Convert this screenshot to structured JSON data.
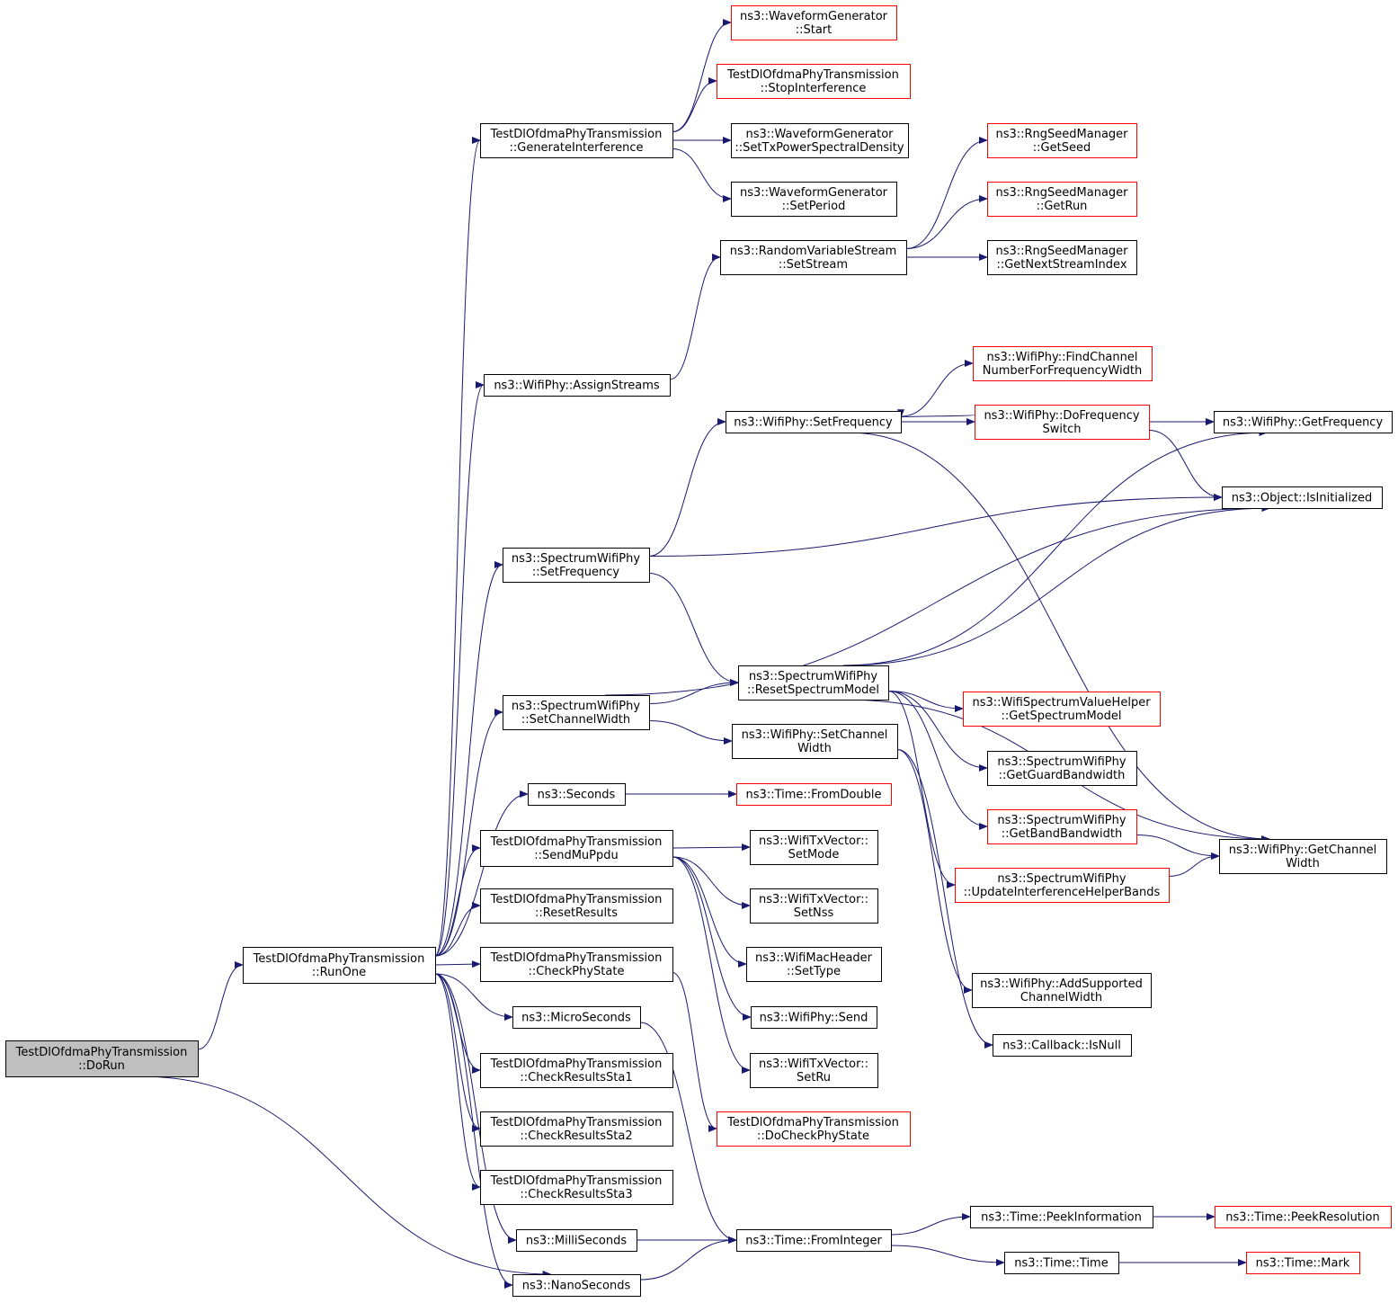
{
  "nodes": {
    "DoRun": {
      "lines": [
        "TestDlOfdmaPhyTransmission",
        "::DoRun"
      ],
      "kind": "root"
    },
    "RunOne": {
      "lines": [
        "TestDlOfdmaPhyTransmission",
        "::RunOne"
      ],
      "kind": "normal"
    },
    "WG_Start": {
      "lines": [
        "ns3::WaveformGenerator",
        "::Start"
      ],
      "kind": "truncated"
    },
    "StopInterference": {
      "lines": [
        "TestDlOfdmaPhyTransmission",
        "::StopInterference"
      ],
      "kind": "truncated"
    },
    "GenerateInterference": {
      "lines": [
        "TestDlOfdmaPhyTransmission",
        "::GenerateInterference"
      ],
      "kind": "normal"
    },
    "WG_SetTxPSD": {
      "lines": [
        "ns3::WaveformGenerator",
        "::SetTxPowerSpectralDensity"
      ],
      "kind": "normal"
    },
    "WG_SetPeriod": {
      "lines": [
        "ns3::WaveformGenerator",
        "::SetPeriod"
      ],
      "kind": "normal"
    },
    "Rng_GetSeed": {
      "lines": [
        "ns3::RngSeedManager",
        "::GetSeed"
      ],
      "kind": "truncated"
    },
    "Rng_GetRun": {
      "lines": [
        "ns3::RngSeedManager",
        "::GetRun"
      ],
      "kind": "truncated"
    },
    "Rng_GetNext": {
      "lines": [
        "ns3::RngSeedManager",
        "::GetNextStreamIndex"
      ],
      "kind": "normal"
    },
    "RVS_SetStream": {
      "lines": [
        "ns3::RandomVariableStream",
        "::SetStream"
      ],
      "kind": "normal"
    },
    "AssignStreams": {
      "lines": [
        "ns3::WifiPhy::AssignStreams"
      ],
      "kind": "normal"
    },
    "FindChannel": {
      "lines": [
        "ns3::WifiPhy::FindChannel",
        "NumberForFrequencyWidth"
      ],
      "kind": "truncated"
    },
    "WP_SetFrequency": {
      "lines": [
        "ns3::WifiPhy::SetFrequency"
      ],
      "kind": "normal"
    },
    "DoFreqSwitch": {
      "lines": [
        "ns3::WifiPhy::DoFrequency",
        "Switch"
      ],
      "kind": "truncated"
    },
    "GetFrequency": {
      "lines": [
        "ns3::WifiPhy::GetFrequency"
      ],
      "kind": "normal"
    },
    "IsInitialized": {
      "lines": [
        "ns3::Object::IsInitialized"
      ],
      "kind": "normal"
    },
    "SWP_SetFrequency": {
      "lines": [
        "ns3::SpectrumWifiPhy",
        "::SetFrequency"
      ],
      "kind": "normal"
    },
    "ResetSpectrumModel": {
      "lines": [
        "ns3::SpectrumWifiPhy",
        "::ResetSpectrumModel"
      ],
      "kind": "normal"
    },
    "SWP_SetChannelWidth": {
      "lines": [
        "ns3::SpectrumWifiPhy",
        "::SetChannelWidth"
      ],
      "kind": "normal"
    },
    "GetSpectrumModel": {
      "lines": [
        "ns3::WifiSpectrumValueHelper",
        "::GetSpectrumModel"
      ],
      "kind": "truncated"
    },
    "WP_SetChannelWidth": {
      "lines": [
        "ns3::WifiPhy::SetChannel",
        "Width"
      ],
      "kind": "normal"
    },
    "GetGuardBandwidth": {
      "lines": [
        "ns3::SpectrumWifiPhy",
        "::GetGuardBandwidth"
      ],
      "kind": "normal"
    },
    "Seconds": {
      "lines": [
        "ns3::Seconds"
      ],
      "kind": "normal"
    },
    "FromDouble": {
      "lines": [
        "ns3::Time::FromDouble"
      ],
      "kind": "truncated"
    },
    "GetBandBandwidth": {
      "lines": [
        "ns3::SpectrumWifiPhy",
        "::GetBandBandwidth"
      ],
      "kind": "truncated"
    },
    "SendMuPpdu": {
      "lines": [
        "TestDlOfdmaPhyTransmission",
        "::SendMuPpdu"
      ],
      "kind": "normal"
    },
    "SetMode": {
      "lines": [
        "ns3::WifiTxVector::",
        "SetMode"
      ],
      "kind": "normal"
    },
    "GetChannelWidth": {
      "lines": [
        "ns3::WifiPhy::GetChannel",
        "Width"
      ],
      "kind": "normal"
    },
    "UpdateIHB": {
      "lines": [
        "ns3::SpectrumWifiPhy",
        "::UpdateInterferenceHelperBands"
      ],
      "kind": "truncated"
    },
    "ResetResults": {
      "lines": [
        "TestDlOfdmaPhyTransmission",
        "::ResetResults"
      ],
      "kind": "normal"
    },
    "SetNss": {
      "lines": [
        "ns3::WifiTxVector::",
        "SetNss"
      ],
      "kind": "normal"
    },
    "CheckPhyState": {
      "lines": [
        "TestDlOfdmaPhyTransmission",
        "::CheckPhyState"
      ],
      "kind": "normal"
    },
    "SetType": {
      "lines": [
        "ns3::WifiMacHeader",
        "::SetType"
      ],
      "kind": "normal"
    },
    "AddSupportedCW": {
      "lines": [
        "ns3::WifiPhy::AddSupported",
        "ChannelWidth"
      ],
      "kind": "normal"
    },
    "MicroSeconds": {
      "lines": [
        "ns3::MicroSeconds"
      ],
      "kind": "normal"
    },
    "WP_Send": {
      "lines": [
        "ns3::WifiPhy::Send"
      ],
      "kind": "normal"
    },
    "CB_IsNull": {
      "lines": [
        "ns3::Callback::IsNull"
      ],
      "kind": "normal"
    },
    "CRS1": {
      "lines": [
        "TestDlOfdmaPhyTransmission",
        "::CheckResultsSta1"
      ],
      "kind": "normal"
    },
    "SetRu": {
      "lines": [
        "ns3::WifiTxVector::",
        "SetRu"
      ],
      "kind": "normal"
    },
    "CRS2": {
      "lines": [
        "TestDlOfdmaPhyTransmission",
        "::CheckResultsSta2"
      ],
      "kind": "normal"
    },
    "DoCheckPhyState": {
      "lines": [
        "TestDlOfdmaPhyTransmission",
        "::DoCheckPhyState"
      ],
      "kind": "truncated"
    },
    "CRS3": {
      "lines": [
        "TestDlOfdmaPhyTransmission",
        "::CheckResultsSta3"
      ],
      "kind": "normal"
    },
    "PeekInformation": {
      "lines": [
        "ns3::Time::PeekInformation"
      ],
      "kind": "normal"
    },
    "PeekResolution": {
      "lines": [
        "ns3::Time::PeekResolution"
      ],
      "kind": "truncated"
    },
    "MilliSeconds": {
      "lines": [
        "ns3::MilliSeconds"
      ],
      "kind": "normal"
    },
    "FromInteger": {
      "lines": [
        "ns3::Time::FromInteger"
      ],
      "kind": "normal"
    },
    "TimeTime": {
      "lines": [
        "ns3::Time::Time"
      ],
      "kind": "normal"
    },
    "Mark": {
      "lines": [
        "ns3::Time::Mark"
      ],
      "kind": "truncated"
    },
    "NanoSeconds": {
      "lines": [
        "ns3::NanoSeconds"
      ],
      "kind": "normal"
    }
  },
  "edges": [
    [
      "DoRun",
      "RunOne"
    ],
    [
      "DoRun",
      "NanoSeconds"
    ],
    [
      "RunOne",
      "GenerateInterference"
    ],
    [
      "RunOne",
      "AssignStreams"
    ],
    [
      "RunOne",
      "SWP_SetFrequency"
    ],
    [
      "RunOne",
      "SWP_SetChannelWidth"
    ],
    [
      "RunOne",
      "Seconds"
    ],
    [
      "RunOne",
      "SendMuPpdu"
    ],
    [
      "RunOne",
      "ResetResults"
    ],
    [
      "RunOne",
      "CheckPhyState"
    ],
    [
      "RunOne",
      "MicroSeconds"
    ],
    [
      "RunOne",
      "CRS1"
    ],
    [
      "RunOne",
      "CRS2"
    ],
    [
      "RunOne",
      "CRS3"
    ],
    [
      "RunOne",
      "MilliSeconds"
    ],
    [
      "RunOne",
      "NanoSeconds"
    ],
    [
      "GenerateInterference",
      "WG_Start"
    ],
    [
      "GenerateInterference",
      "StopInterference"
    ],
    [
      "GenerateInterference",
      "WG_SetTxPSD"
    ],
    [
      "GenerateInterference",
      "WG_SetPeriod"
    ],
    [
      "AssignStreams",
      "RVS_SetStream"
    ],
    [
      "RVS_SetStream",
      "Rng_GetSeed"
    ],
    [
      "RVS_SetStream",
      "Rng_GetRun"
    ],
    [
      "RVS_SetStream",
      "Rng_GetNext"
    ],
    [
      "SWP_SetFrequency",
      "WP_SetFrequency"
    ],
    [
      "SWP_SetFrequency",
      "IsInitialized"
    ],
    [
      "SWP_SetFrequency",
      "ResetSpectrumModel"
    ],
    [
      "WP_SetFrequency",
      "FindChannel"
    ],
    [
      "WP_SetFrequency",
      "DoFreqSwitch"
    ],
    [
      "WP_SetFrequency",
      "GetFrequency"
    ],
    [
      "WP_SetFrequency",
      "GetChannelWidth"
    ],
    [
      "DoFreqSwitch",
      "WP_SetFrequency"
    ],
    [
      "DoFreqSwitch",
      "GetFrequency"
    ],
    [
      "DoFreqSwitch",
      "IsInitialized"
    ],
    [
      "SWP_SetChannelWidth",
      "ResetSpectrumModel"
    ],
    [
      "SWP_SetChannelWidth",
      "WP_SetChannelWidth"
    ],
    [
      "SWP_SetChannelWidth",
      "IsInitialized"
    ],
    [
      "ResetSpectrumModel",
      "GetFrequency"
    ],
    [
      "ResetSpectrumModel",
      "IsInitialized"
    ],
    [
      "ResetSpectrumModel",
      "GetSpectrumModel"
    ],
    [
      "ResetSpectrumModel",
      "GetGuardBandwidth"
    ],
    [
      "ResetSpectrumModel",
      "GetBandBandwidth"
    ],
    [
      "ResetSpectrumModel",
      "UpdateIHB"
    ],
    [
      "ResetSpectrumModel",
      "GetChannelWidth"
    ],
    [
      "WP_SetChannelWidth",
      "AddSupportedCW"
    ],
    [
      "WP_SetChannelWidth",
      "CB_IsNull"
    ],
    [
      "GetBandBandwidth",
      "GetChannelWidth"
    ],
    [
      "UpdateIHB",
      "GetChannelWidth"
    ],
    [
      "Seconds",
      "FromDouble"
    ],
    [
      "SendMuPpdu",
      "SetMode"
    ],
    [
      "SendMuPpdu",
      "SetNss"
    ],
    [
      "SendMuPpdu",
      "SetType"
    ],
    [
      "SendMuPpdu",
      "WP_Send"
    ],
    [
      "SendMuPpdu",
      "SetRu"
    ],
    [
      "CheckPhyState",
      "DoCheckPhyState"
    ],
    [
      "MicroSeconds",
      "FromInteger"
    ],
    [
      "MilliSeconds",
      "FromInteger"
    ],
    [
      "NanoSeconds",
      "FromInteger"
    ],
    [
      "FromInteger",
      "PeekInformation"
    ],
    [
      "FromInteger",
      "TimeTime"
    ],
    [
      "PeekInformation",
      "PeekResolution"
    ],
    [
      "TimeTime",
      "Mark"
    ]
  ],
  "colors": {
    "edge": "#191970",
    "node_border": "#000000",
    "truncated_border": "#ff0000",
    "root_fill": "#bfbfbf",
    "node_fill": "#ffffff"
  }
}
